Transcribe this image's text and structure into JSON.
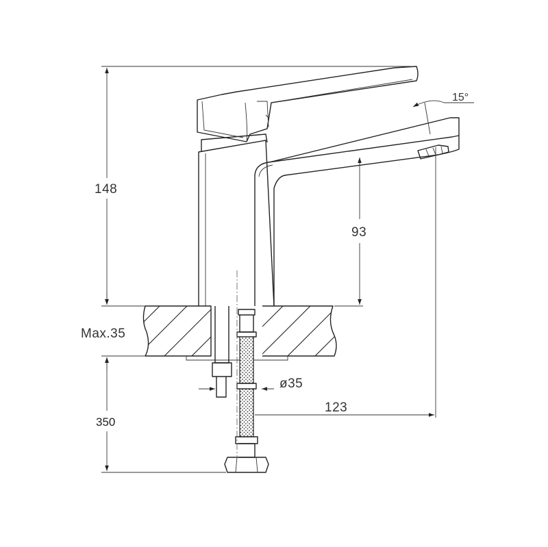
{
  "dimensions": {
    "total_height": "148",
    "spout_height": "93",
    "deck_thickness": "Max.35",
    "hose_length": "350",
    "hole_diameter": "ø35",
    "spout_reach": "123",
    "handle_angle": "15°"
  }
}
